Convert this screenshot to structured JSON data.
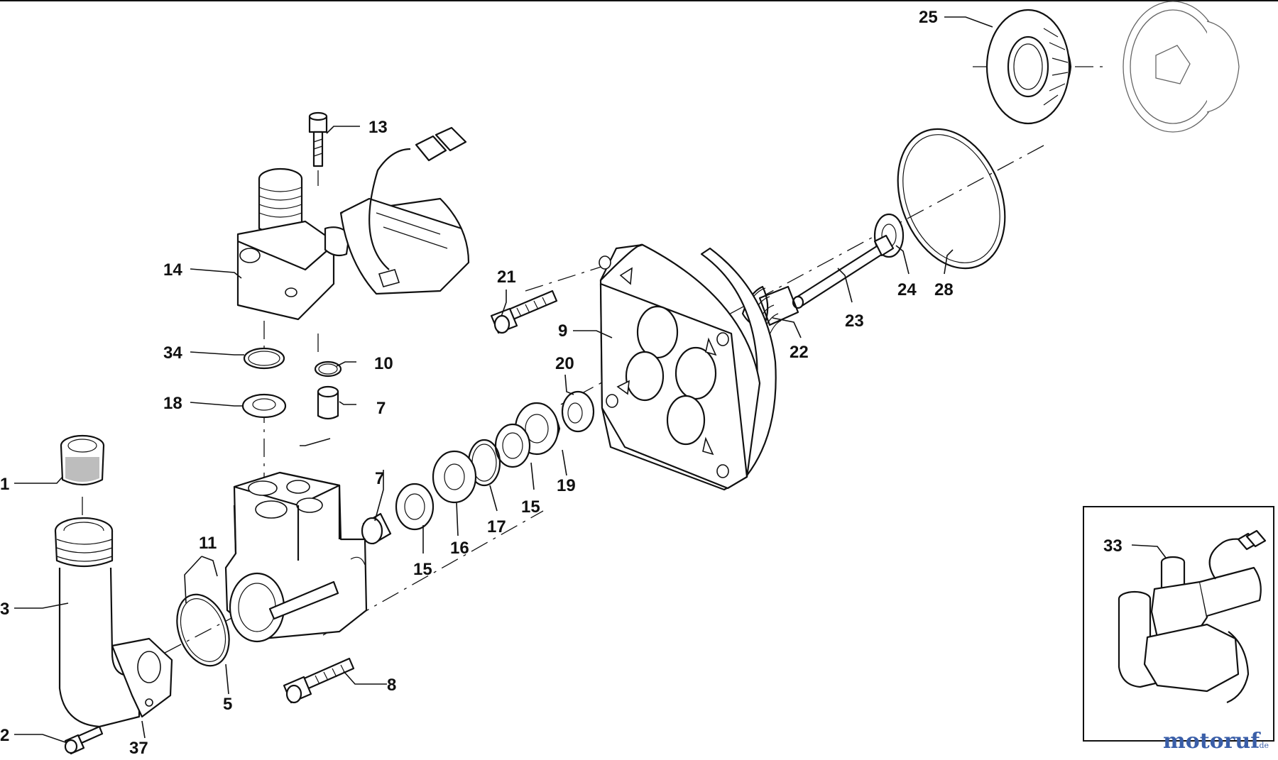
{
  "labels": {
    "l1": "1",
    "l2": "2",
    "l3": "3",
    "l5": "5",
    "l7a": "7",
    "l7b": "7",
    "l8": "8",
    "l9": "9",
    "l10": "10",
    "l11": "11",
    "l13": "13",
    "l14": "14",
    "l15a": "15",
    "l15b": "15",
    "l16": "16",
    "l17": "17",
    "l18": "18",
    "l19": "19",
    "l20": "20",
    "l21": "21",
    "l22": "22",
    "l23": "23",
    "l24": "24",
    "l25": "25",
    "l28": "28",
    "l33": "33",
    "l34": "34",
    "l37": "37"
  },
  "watermark": {
    "brand": "motoruf",
    "suffix": ".de"
  },
  "colors": {
    "line": "#111111",
    "background": "#ffffff",
    "watermark": "#3a5ea8"
  }
}
